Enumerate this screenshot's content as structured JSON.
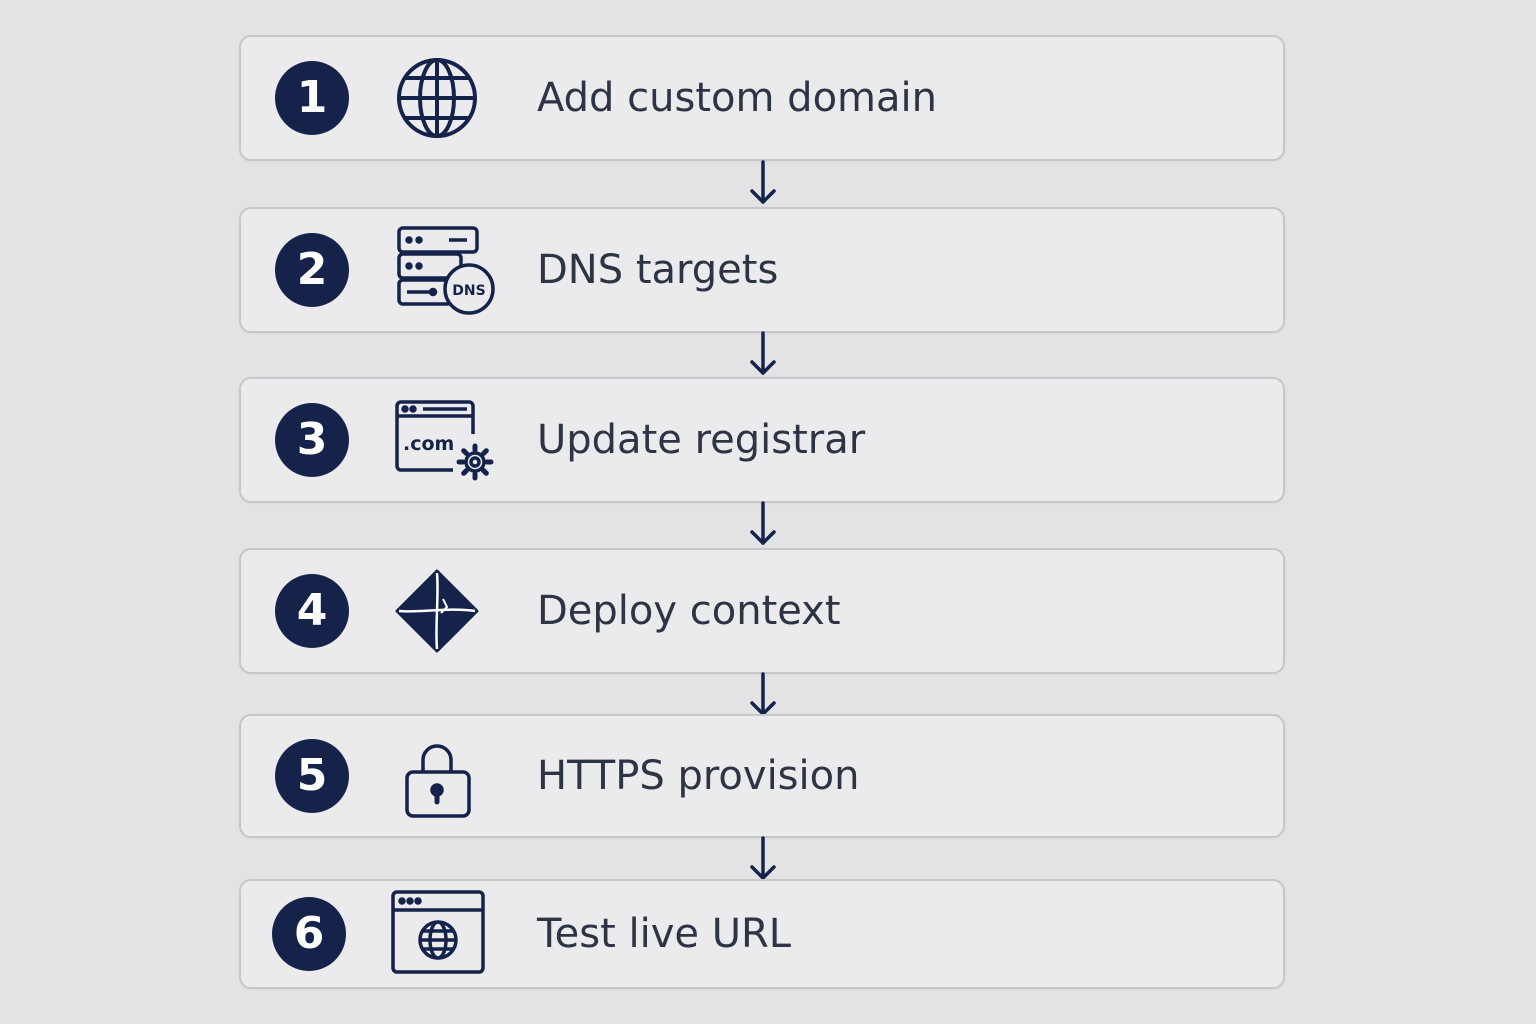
{
  "colors": {
    "accent": "#15234a",
    "card_bg": "#ebebed",
    "card_border": "#c6c6cb",
    "text": "#2e3444",
    "background": "#e3e3e6"
  },
  "steps": [
    {
      "number": "1",
      "label": "Add custom domain",
      "icon": "globe-icon"
    },
    {
      "number": "2",
      "label": "DNS targets",
      "icon": "dns-server-icon",
      "icon_text": "DNS"
    },
    {
      "number": "3",
      "label": "Update registrar",
      "icon": "browser-domain-settings-icon",
      "icon_text": ".com"
    },
    {
      "number": "4",
      "label": "Deploy context",
      "icon": "diamond-deploy-icon"
    },
    {
      "number": "5",
      "label": "HTTPS provision",
      "icon": "padlock-icon"
    },
    {
      "number": "6",
      "label": "Test live URL",
      "icon": "browser-globe-icon"
    }
  ]
}
